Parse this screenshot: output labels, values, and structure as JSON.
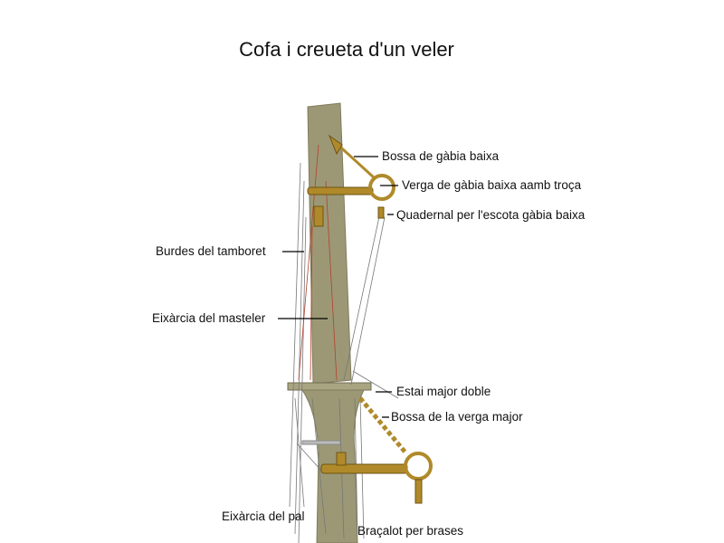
{
  "title": "Cofa i creueta d'un veler",
  "labels": {
    "bossa_gabia": "Bossa de gàbia baixa",
    "verga_gabia": "Verga de gàbia baixa aamb troça",
    "quadernal": "Quadernal per l'escota gàbia baixa",
    "burdes": "Burdes del tamboret",
    "eixarcia_masteler": "Eixàrcia del masteler",
    "estai": "Estai major doble",
    "bossa_verga_major": "Bossa de la verga major",
    "eixarcia_pal": "Eixàrcia del pal",
    "bracalot": "Braçalot per brases"
  },
  "colors": {
    "mast": "#9c9876",
    "mast_dark": "#7f7b5c",
    "brass": "#b08a2a",
    "rope": "#888"
  }
}
